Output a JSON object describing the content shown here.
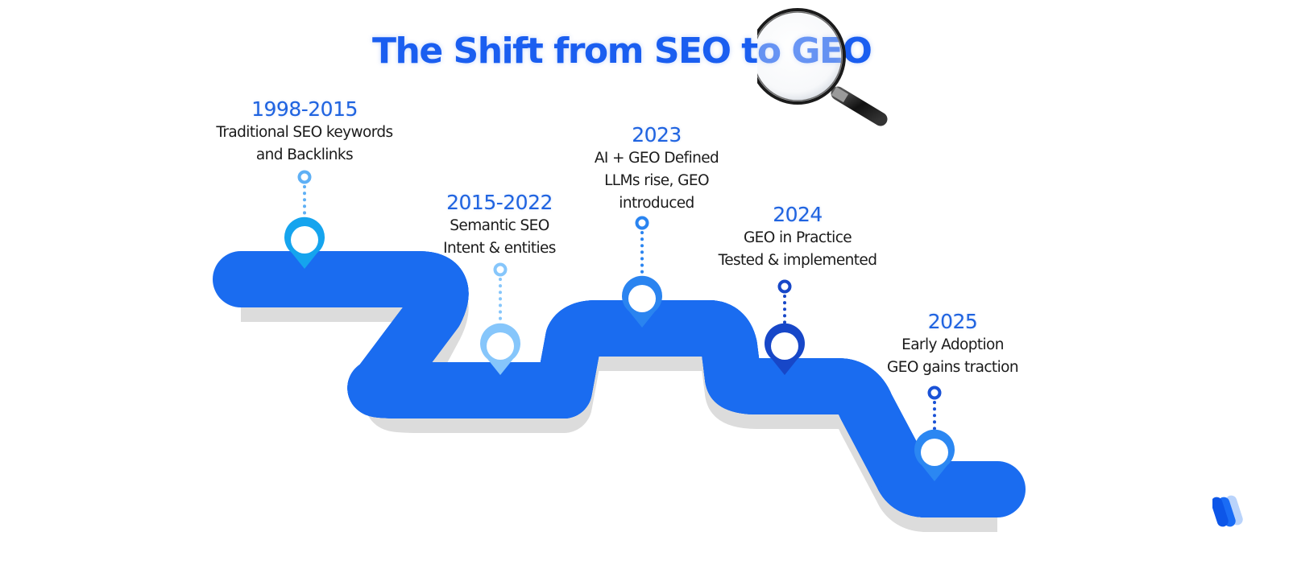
{
  "title": "The Shift from SEO to GEO",
  "colors": {
    "title": "#1a5ef0",
    "year": "#1f63e0",
    "road": "#0f2257",
    "road_edge": "#1a6cf0",
    "lane_marking": "#ffffff",
    "shadow": "#d9d9d9"
  },
  "icons": {
    "magnifier": "magnifying-glass-icon",
    "logo": "brand-logo-icon",
    "pin": "map-pin-icon"
  },
  "milestones": [
    {
      "year": "1998-2015",
      "line1": "Traditional SEO keywords",
      "line2": "and Backlinks",
      "line3": "",
      "pin_color": "#15a4ee"
    },
    {
      "year": "2015-2022",
      "line1": "Semantic SEO",
      "line2": "Intent & entities",
      "line3": "",
      "pin_color": "#86c6fb"
    },
    {
      "year": "2023",
      "line1": "AI + GEO Defined",
      "line2": "LLMs rise, GEO",
      "line3": "introduced",
      "pin_color": "#2a84f0"
    },
    {
      "year": "2024",
      "line1": "GEO in Practice",
      "line2": "Tested & implemented",
      "line3": "",
      "pin_color": "#1747c8"
    },
    {
      "year": "2025",
      "line1": "Early Adoption",
      "line2": "GEO gains traction",
      "line3": "",
      "pin_color": "#2b87f2"
    }
  ]
}
